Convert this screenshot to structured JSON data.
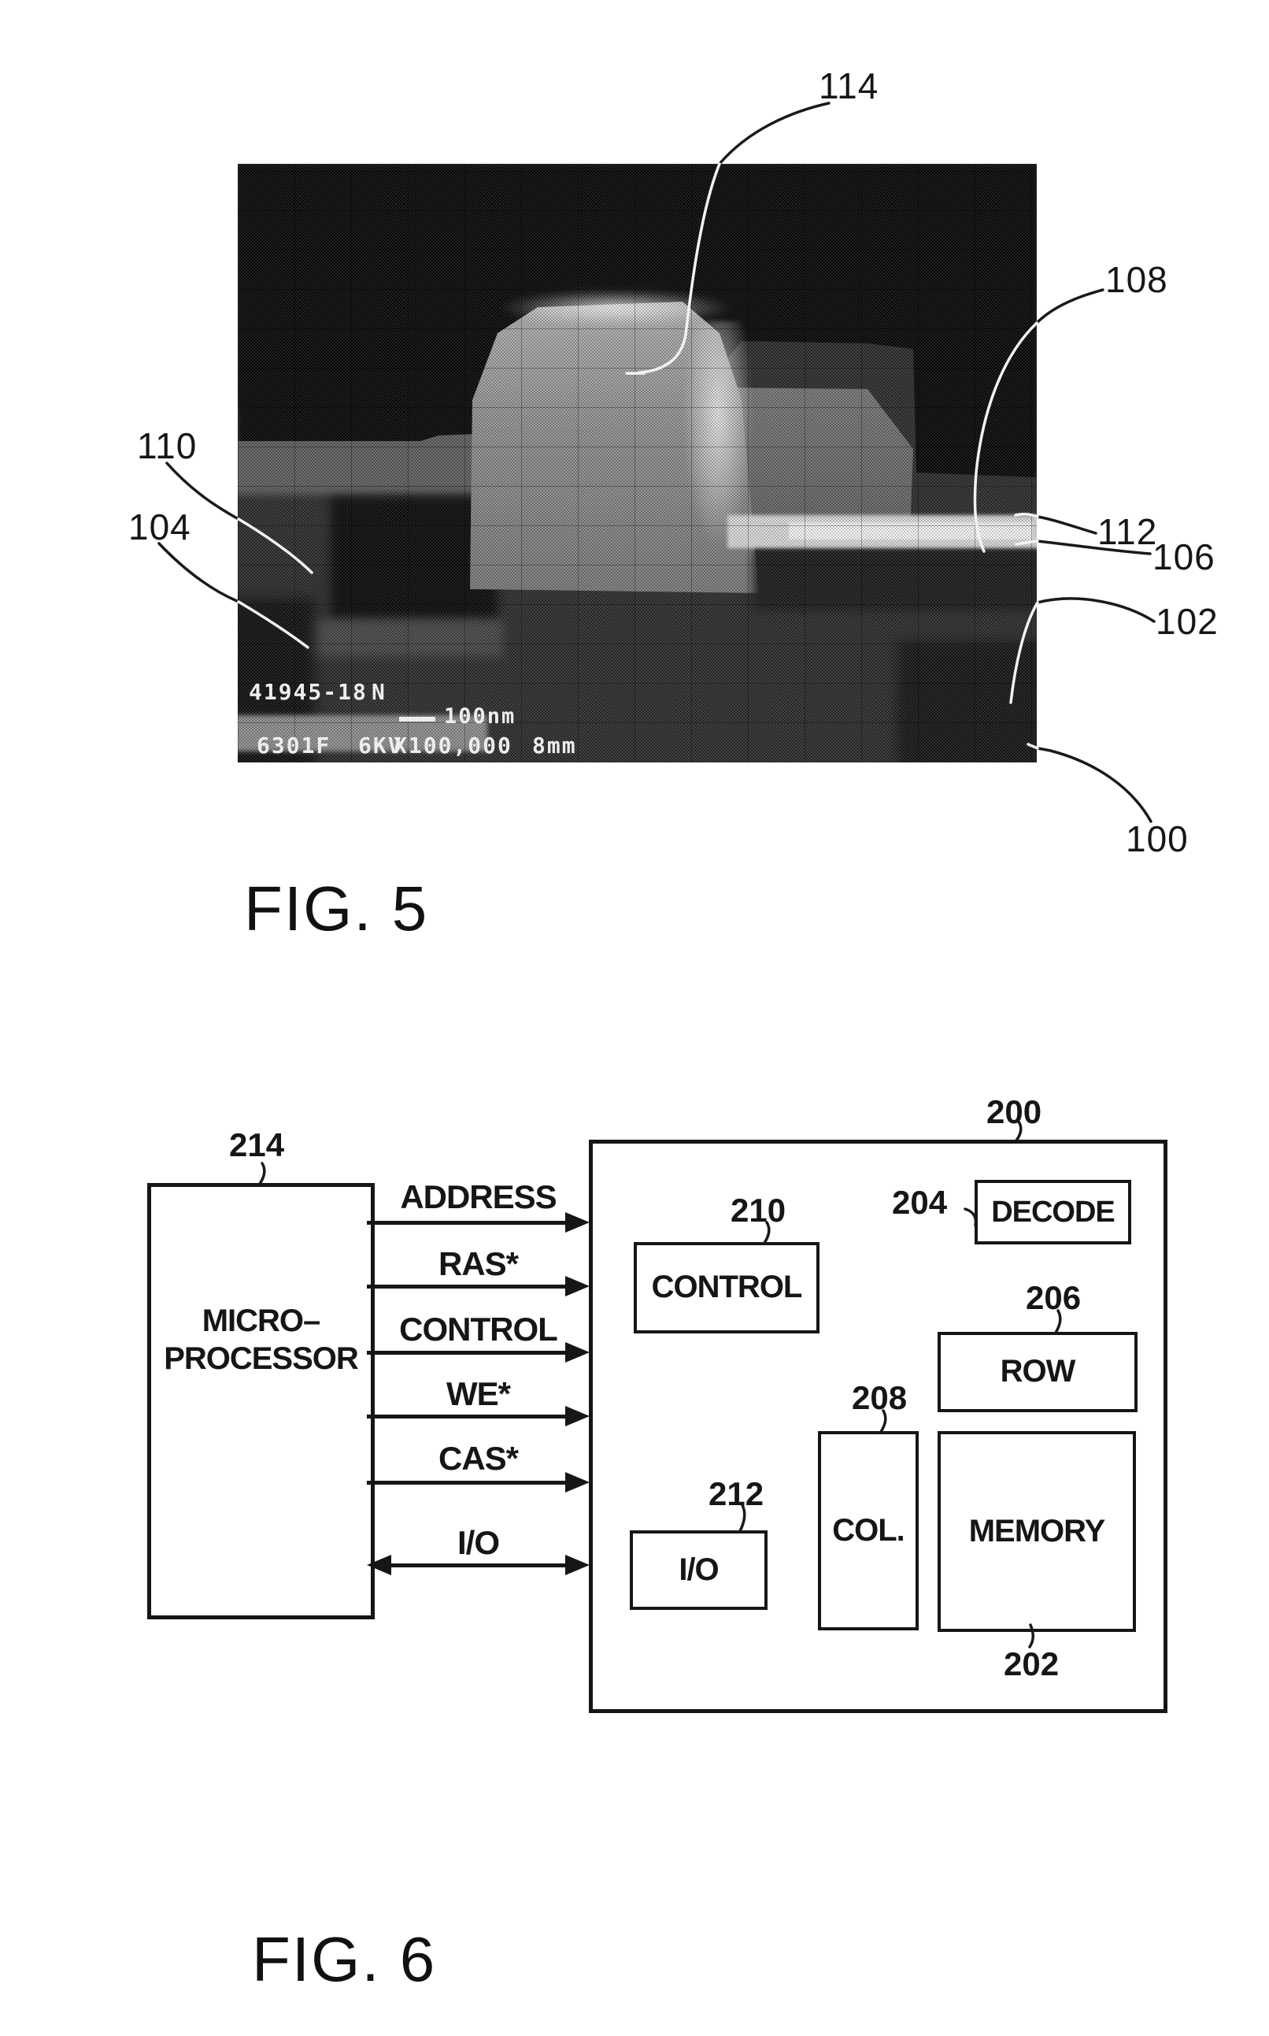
{
  "fig5": {
    "caption": "FIG. 5",
    "sem": {
      "id_text": "41945-18",
      "n_flag": "N",
      "scale_label": "100nm",
      "detector": "6301F",
      "voltage": "6KV",
      "magnification": "X100,000",
      "working_distance": "8mm"
    },
    "callouts": {
      "c114": "114",
      "c108": "108",
      "c110": "110",
      "c104": "104",
      "c112": "112",
      "c106": "106",
      "c102": "102",
      "c100": "100"
    }
  },
  "fig6": {
    "caption": "FIG. 6",
    "refs": {
      "r200": "200",
      "r202": "202",
      "r204": "204",
      "r206": "206",
      "r208": "208",
      "r210": "210",
      "r212": "212",
      "r214": "214"
    },
    "microprocessor": {
      "line1": "MICRO–",
      "line2": "PROCESSOR"
    },
    "signals": [
      {
        "name": "ADDRESS"
      },
      {
        "name": "RAS*"
      },
      {
        "name": "CONTROL"
      },
      {
        "name": "WE*"
      },
      {
        "name": "CAS*"
      },
      {
        "name": "I/O"
      }
    ],
    "blocks": {
      "control": "CONTROL",
      "decode": "DECODE",
      "row": "ROW",
      "col": "COL.",
      "memory": "MEMORY",
      "io": "I/O"
    }
  }
}
